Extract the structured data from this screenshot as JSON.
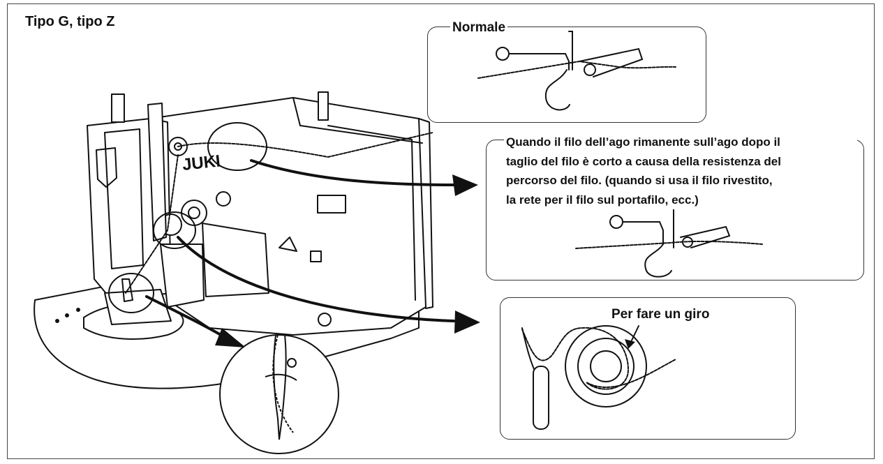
{
  "title": "Tipo G, tipo Z",
  "brand_text": "JUKI",
  "panel_normal": {
    "label": "Normale"
  },
  "panel_short": {
    "lines": [
      "Quando il filo dell’ago rimanente sull’ago dopo il",
      "taglio del filo è corto a causa della resistenza del",
      "percorso del filo.  (quando si usa il filo rivestito,",
      "la rete per il filo sul portafilo, ecc.)"
    ]
  },
  "panel_turn": {
    "label": "Per fare un giro"
  },
  "colors": {
    "line": "#111111",
    "frame": "#444444",
    "background": "#ffffff"
  }
}
